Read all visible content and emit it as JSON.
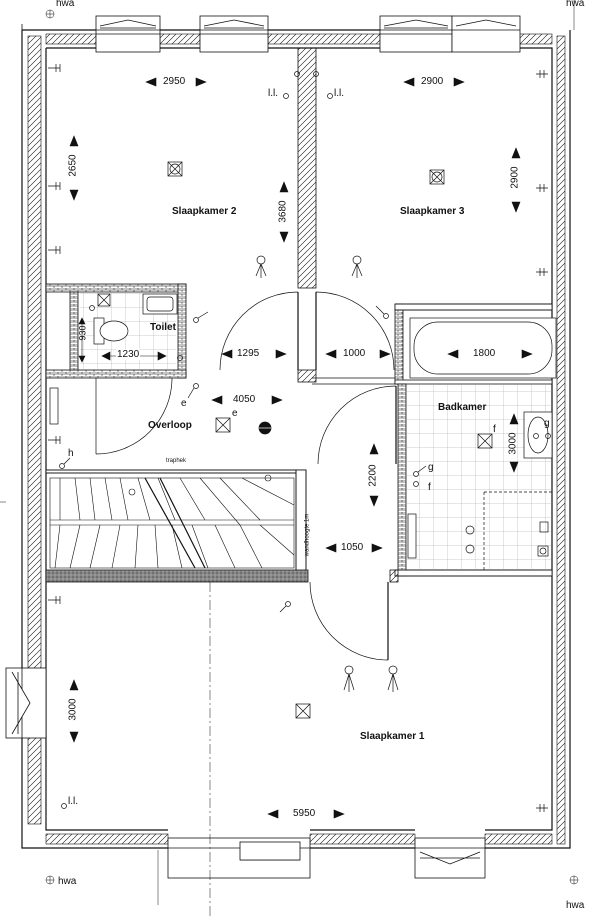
{
  "labels": {
    "hwa": "hwa",
    "ll": "l.l.",
    "traphek": "traphek",
    "wandhoogte": "wandhoogte 1m",
    "e": "e",
    "f": "f",
    "g": "g",
    "h": "h"
  },
  "rooms": {
    "slaapkamer2": "Slaapkamer 2",
    "slaapkamer3": "Slaapkamer 3",
    "slaapkamer1": "Slaapkamer 1",
    "toilet": "Toilet",
    "overloop": "Overloop",
    "badkamer": "Badkamer"
  },
  "dimensions": {
    "d2950": "2950",
    "d2900h": "2900",
    "d2650": "2650",
    "d2900v": "2900",
    "d3680": "3680",
    "d930": "930",
    "d1230": "1230",
    "d1295": "1295",
    "d1000": "1000",
    "d1800": "1800",
    "d4050": "4050",
    "d3000bad": "3000",
    "d2200": "2200",
    "d1050": "1050",
    "d3000sk1": "3000",
    "d5950": "5950"
  },
  "colors": {
    "line": "#111111",
    "stair_landing": "#777777"
  }
}
